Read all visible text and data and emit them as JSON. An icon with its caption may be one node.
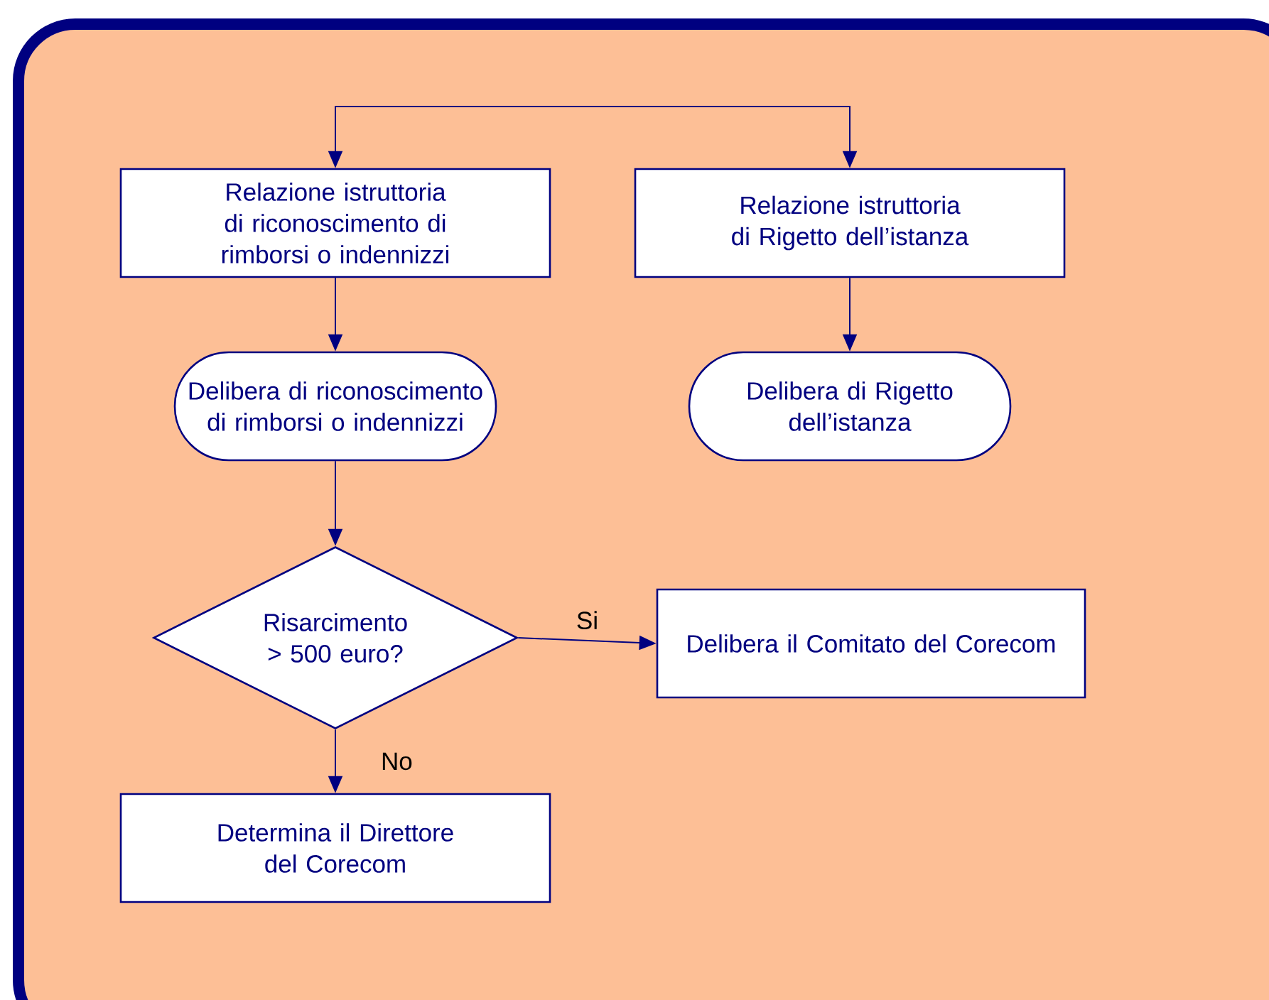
{
  "diagram": {
    "nodes": [
      {
        "text": [
          "Relazione istruttoria di riconoscimento di rimborsi o indennizzi"
        ]
      },
      {
        "text": [
          "Relazione istruttoria di Rigetto dell’istanza"
        ]
      },
      {
        "text": [
          "Delibera di riconoscimento di rimborsi o indennizzi"
        ]
      },
      {
        "text": [
          "Delibera di Rigetto dell’istanza"
        ]
      },
      {
        "text": [
          "Risarcimento > 500 euro?"
        ]
      },
      {
        "text": [
          "Delibera il Comitato del Corecom"
        ]
      },
      {
        "text": [
          "Determina il Direttore del Corecom"
        ]
      }
    ],
    "edges": [
      {
        "from": null,
        "to": 0,
        "arrow": "to"
      },
      {
        "from": null,
        "to": 1,
        "arrow": "to"
      },
      {
        "from": 0,
        "to": 2,
        "arrow": "to"
      },
      {
        "from": 1,
        "to": 3,
        "arrow": "to"
      },
      {
        "from": 2,
        "to": 4,
        "arrow": "to"
      },
      {
        "from": 4,
        "to": 5,
        "arrow": "to",
        "label": "Si"
      },
      {
        "from": 4,
        "to": 6,
        "arrow": "to",
        "label": "No"
      }
    ]
  }
}
